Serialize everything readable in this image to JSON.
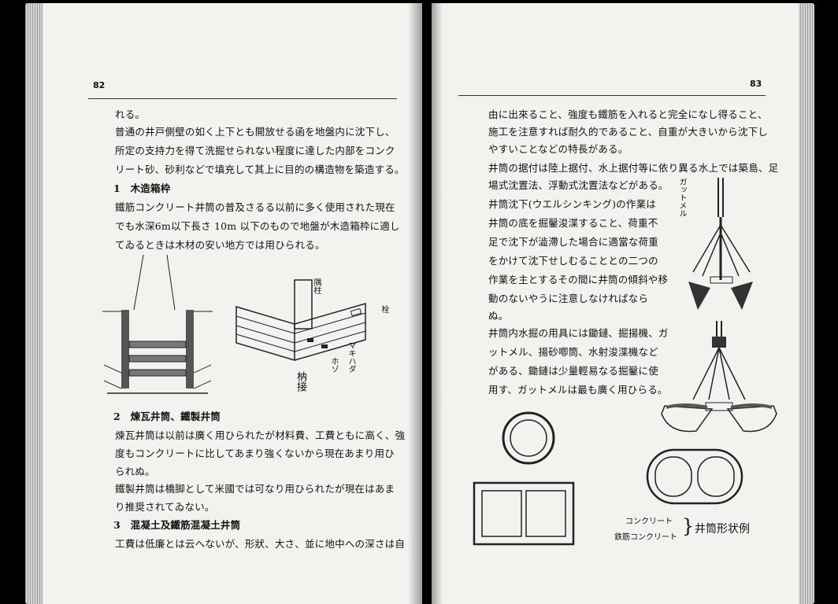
{
  "left": {
    "page_number": "82",
    "lines": [
      "れる。",
      "普通の井戸側壁の如く上下とも開放せる函を地盤内に沈下し、",
      "所定の支持力を得て洗掘せられない程度に達した内部をコンク",
      "リート砂、砂利などで填充して其上に目的の構造物を築造する。",
      "1　木造箱枠",
      "鐵筋コンクリート井筒の普及さるる以前に多く使用された現在",
      "でも水深6m以下長さ 10m 以下のもので地盤が木造箱枠に適し",
      "てゐるときは木材の安い地方では用ひられる。",
      "2　煉瓦井筒、鐵製井筒",
      "煉瓦井筒は以前は廣く用ひられたが材料費、工費ともに高く、強",
      "度もコンクリートに比してあまり強くないから現在あまり用ひ",
      "られぬ。",
      "鐵製井筒は橋脚として米國では可なり用ひられたが現在はあま",
      "り推奨されてゐない。",
      "3　混凝土及鐵筋混凝土井筒",
      "工費は低廉とは云へないが、形狀、大さ、並に地中への深さは自"
    ],
    "figure_labels": {
      "post": "隅柱",
      "dowel": "栓",
      "joint": "枘接",
      "tenon": "ホゾ",
      "nail": "マキハダ"
    }
  },
  "right": {
    "page_number": "83",
    "lines": [
      "由に出來ること、強度も鐵筋を入れると完全になし得ること、",
      "施工を注意すれば耐久的であること、自重が大きいから沈下し",
      "やすいことなどの特長がある。",
      "井筒の据付は陸上据付、水上据付等に依り異る水上では築島、足",
      "場式沈置法、浮動式沈置法などがある。",
      "井筒沈下(ウエルシンキング)の作業は",
      "井筒の底を掘鑿浚渫すること、荷重不",
      "足で沈下が澁滯した場合に適當な荷重",
      "をかけて沈下せしむることとの二つの",
      "作業を主とするその間に井筒の傾斜や移",
      "動のないやうに注意しなければなら",
      "ぬ。",
      "井筒内水掘の用具には鋤鏈、掘揚機、ガ",
      "ットメル、揚砂喞筒、水射浚渫機など",
      "がある、鋤鏈は少量輕易なる掘鑿に使",
      "用す、ガットメルは最も廣く用ひらる。"
    ],
    "figure_labels": {
      "tool": "ガットメル",
      "concrete": "コンクリート",
      "rc": "鉄筋コンクリート",
      "caption": "井筒形状例"
    }
  }
}
